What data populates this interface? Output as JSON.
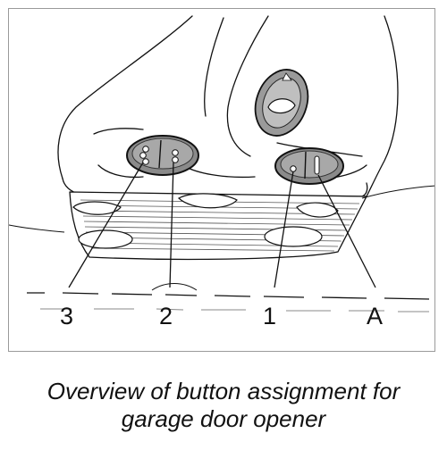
{
  "diagram": {
    "callouts": [
      {
        "id": "3",
        "label": "3"
      },
      {
        "id": "2",
        "label": "2"
      },
      {
        "id": "1",
        "label": "1"
      },
      {
        "id": "A",
        "label": "A"
      }
    ]
  },
  "caption": {
    "line1": "Overview of button assignment for",
    "line2": "garage door opener"
  }
}
